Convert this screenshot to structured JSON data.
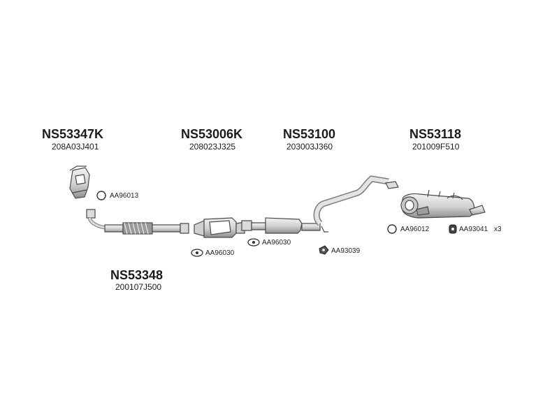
{
  "parts": [
    {
      "id": "part-ns53347k",
      "number": "NS53347K",
      "code": "208A03J401"
    },
    {
      "id": "part-ns53006k",
      "number": "NS53006K",
      "code": "208023J325"
    },
    {
      "id": "part-ns53100",
      "number": "NS53100",
      "code": "203003J360"
    },
    {
      "id": "part-ns53118",
      "number": "NS53118",
      "code": "201009F510"
    },
    {
      "id": "part-ns53348",
      "number": "NS53348",
      "code": "200107J500"
    }
  ],
  "accessories": [
    {
      "id": "acc-aa96013",
      "label": "AA96013",
      "icon": "o-ring-icon"
    },
    {
      "id": "acc-aa96030-a",
      "label": "AA96030",
      "icon": "gasket-icon"
    },
    {
      "id": "acc-aa96030-b",
      "label": "AA96030",
      "icon": "gasket-icon"
    },
    {
      "id": "acc-aa93039",
      "label": "AA93039",
      "icon": "rubber-mount-icon"
    },
    {
      "id": "acc-aa96012",
      "label": "AA96012",
      "icon": "o-ring-icon"
    },
    {
      "id": "acc-aa93041",
      "label": "AA93041",
      "icon": "rubber-hanger-icon",
      "quantity": "x3"
    }
  ],
  "colors": {
    "text": "#1a1a1a",
    "line": "#4a4a4a",
    "fill": "#e6e6e6",
    "shade": "#bdbdbd"
  }
}
